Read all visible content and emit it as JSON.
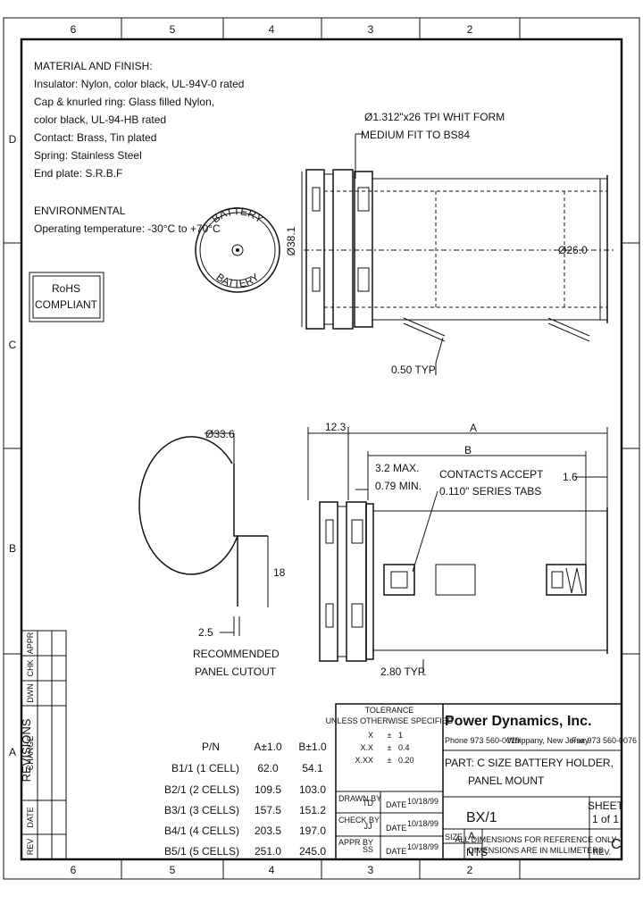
{
  "zones": {
    "top": [
      "6",
      "5",
      "4",
      "3",
      "2"
    ],
    "bottom": [
      "6",
      "5",
      "4",
      "3",
      "2"
    ],
    "left": [
      "D",
      "C",
      "B",
      "A"
    ]
  },
  "material": {
    "lines": [
      "MATERIAL AND FINISH:",
      "Insulator: Nylon, color black, UL-94V-0 rated",
      "Cap & knurled ring: Glass filled Nylon,",
      "color black, UL-94-HB rated",
      "Contact: Brass, Tin plated",
      "Spring: Stainless Steel",
      "End plate: S.R.B.F"
    ],
    "env_title": "ENVIRONMENTAL",
    "env_line": "Operating temperature: -30°C to +70°C"
  },
  "rohs": {
    "line1": "RoHS",
    "line2": "COMPLIANT"
  },
  "cap_text": {
    "top": "BATTERY",
    "bottom": "BATTERY"
  },
  "dims": {
    "thread1": "Ø1.312\"x26 TPI WHIT FORM",
    "thread2": "MEDIUM FIT TO BS84",
    "d38": "Ø38.1",
    "d26": "Ø26.0",
    "d050": "0.50 TYP.",
    "d336": "Ø33.6",
    "d18": "18",
    "d25": "2.5",
    "cutout1": "RECOMMENDED",
    "cutout2": "PANEL CUTOUT",
    "d123": "12.3",
    "A": "A",
    "B": "B",
    "d32": "3.2 MAX.",
    "d079": "0.79 MIN.",
    "contacts1": "CONTACTS ACCEPT",
    "contacts2": "0.110\" SERIES TABS",
    "d16": "1.6",
    "d280": "2.80 TYP."
  },
  "pn_table": {
    "headers": [
      "P/N",
      "A±1.0",
      "B±1.0"
    ],
    "rows": [
      [
        "B1/1 (1 CELL)",
        "62.0",
        "54.1"
      ],
      [
        "B2/1 (2 CELLS)",
        "109.5",
        "103.0"
      ],
      [
        "B3/1 (3 CELLS)",
        "157.5",
        "151.2"
      ],
      [
        "B4/1 (4 CELLS)",
        "203.5",
        "197.0"
      ],
      [
        "B5/1 (5 CELLS)",
        "251.0",
        "245.0"
      ]
    ]
  },
  "revisions": {
    "title": "REVISIONS",
    "headers": [
      "REV",
      "DATE",
      "CHANGE",
      "DWN",
      "CHK",
      "APPR"
    ]
  },
  "tolerance": {
    "title": "TOLERANCE",
    "subtitle": "UNLESS OTHERWISE SPECIFIED",
    "rows": [
      [
        "X",
        "±",
        "1"
      ],
      [
        "X.X",
        "±",
        "0.4"
      ],
      [
        "X.XX",
        "±",
        "0.20"
      ]
    ]
  },
  "signoff": [
    {
      "role": "DRAWN BY",
      "initials": "TD",
      "date": "10/18/99"
    },
    {
      "role": "CHECK BY",
      "initials": "JJ",
      "date": "10/18/99"
    },
    {
      "role": "APPR BY",
      "initials": "SS",
      "date": "10/18/99"
    }
  ],
  "date_label": "DATE",
  "company": {
    "name": "Power Dynamics, Inc.",
    "phone": "Phone 973 560-0019",
    "city": "Whippany, New Jersey",
    "fax": "Fax 973 560-0076"
  },
  "part": {
    "line1": "PART: C SIZE BATTERY HOLDER,",
    "line2": "PANEL MOUNT"
  },
  "dwg_no": "BX/1",
  "sheet": {
    "label": "SHEET",
    "value": "1 of 1"
  },
  "size": {
    "label": "SIZE",
    "value": "A"
  },
  "scale": {
    "value": "NTS"
  },
  "note": {
    "line1": "ALL DIMENSIONS FOR REFERENCE ONLY",
    "line2": "DIMENSIONS ARE IN MILLIMETERS"
  },
  "rev": {
    "label": "REV.",
    "value": "C"
  }
}
